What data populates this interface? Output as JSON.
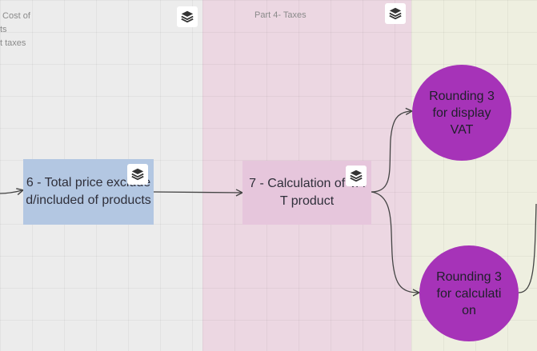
{
  "lanes": {
    "left": {
      "title_lines": [
        " Cost of",
        "ts",
        "t taxes"
      ]
    },
    "middle": {
      "title": "Part 4- Taxes"
    }
  },
  "nodes": {
    "n6": {
      "label": "6 - Total price excluded/included of products"
    },
    "n7": {
      "label": "7 - Calculation of VAT product"
    },
    "round_display": {
      "label": "Rounding 3 for display VAT"
    },
    "round_calc": {
      "label": "Rounding 3 for calculation"
    }
  },
  "colors": {
    "lane_left": "#ececec",
    "lane_middle": "#ecd7e2",
    "lane_right": "#eeefe0",
    "node6_fill": "#b3c7e2",
    "node7_fill": "#e6c6dc",
    "circle_fill": "#a633b8",
    "edge": "#444444"
  },
  "icons": {
    "lane_icon": "layers-stack-icon"
  }
}
